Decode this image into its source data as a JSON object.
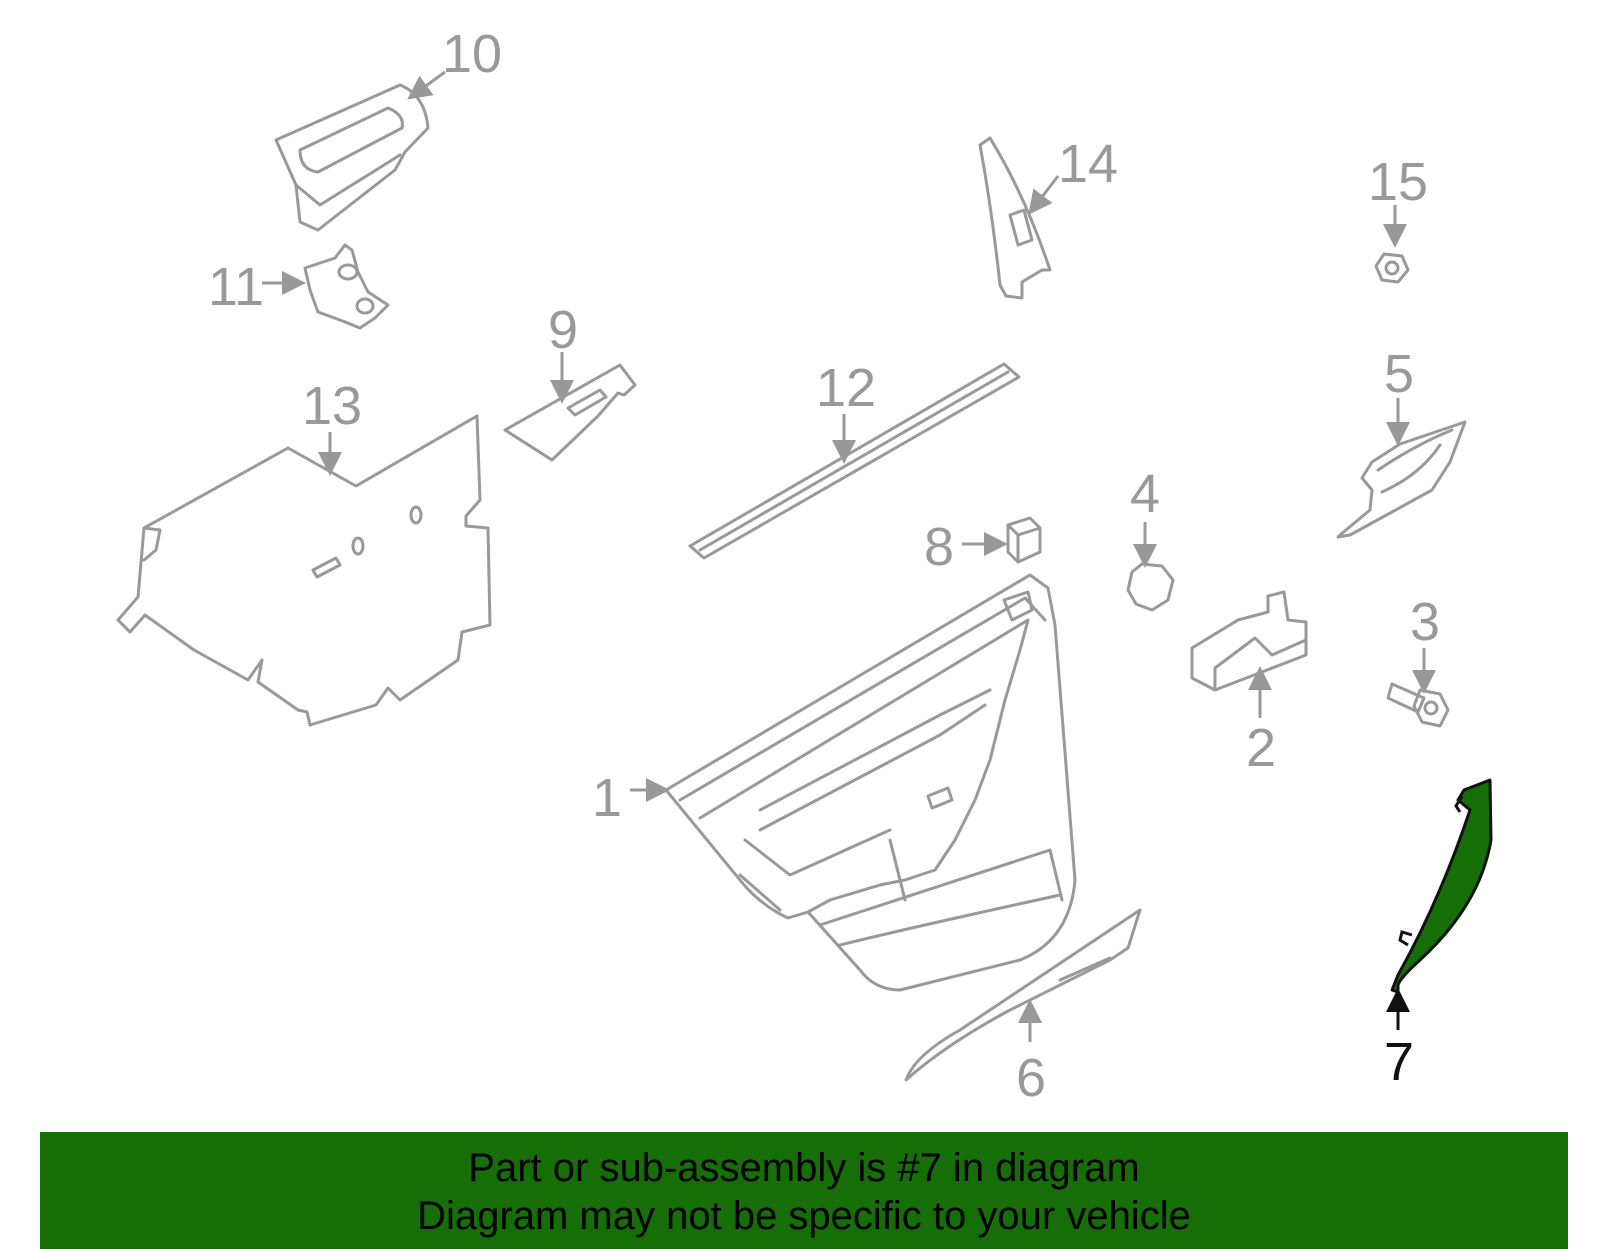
{
  "callouts": {
    "c1": "1",
    "c2": "2",
    "c3": "3",
    "c4": "4",
    "c5": "5",
    "c6": "6",
    "c7": "7",
    "c8": "8",
    "c9": "9",
    "c10": "10",
    "c11": "11",
    "c12": "12",
    "c13": "13",
    "c14": "14",
    "c15": "15"
  },
  "highlight": {
    "part": "7",
    "color": "#156e06"
  },
  "banner": {
    "line1": "Part or sub-assembly is #7 in diagram",
    "line2": "Diagram may not be specific to your vehicle",
    "background": "#156e06"
  }
}
